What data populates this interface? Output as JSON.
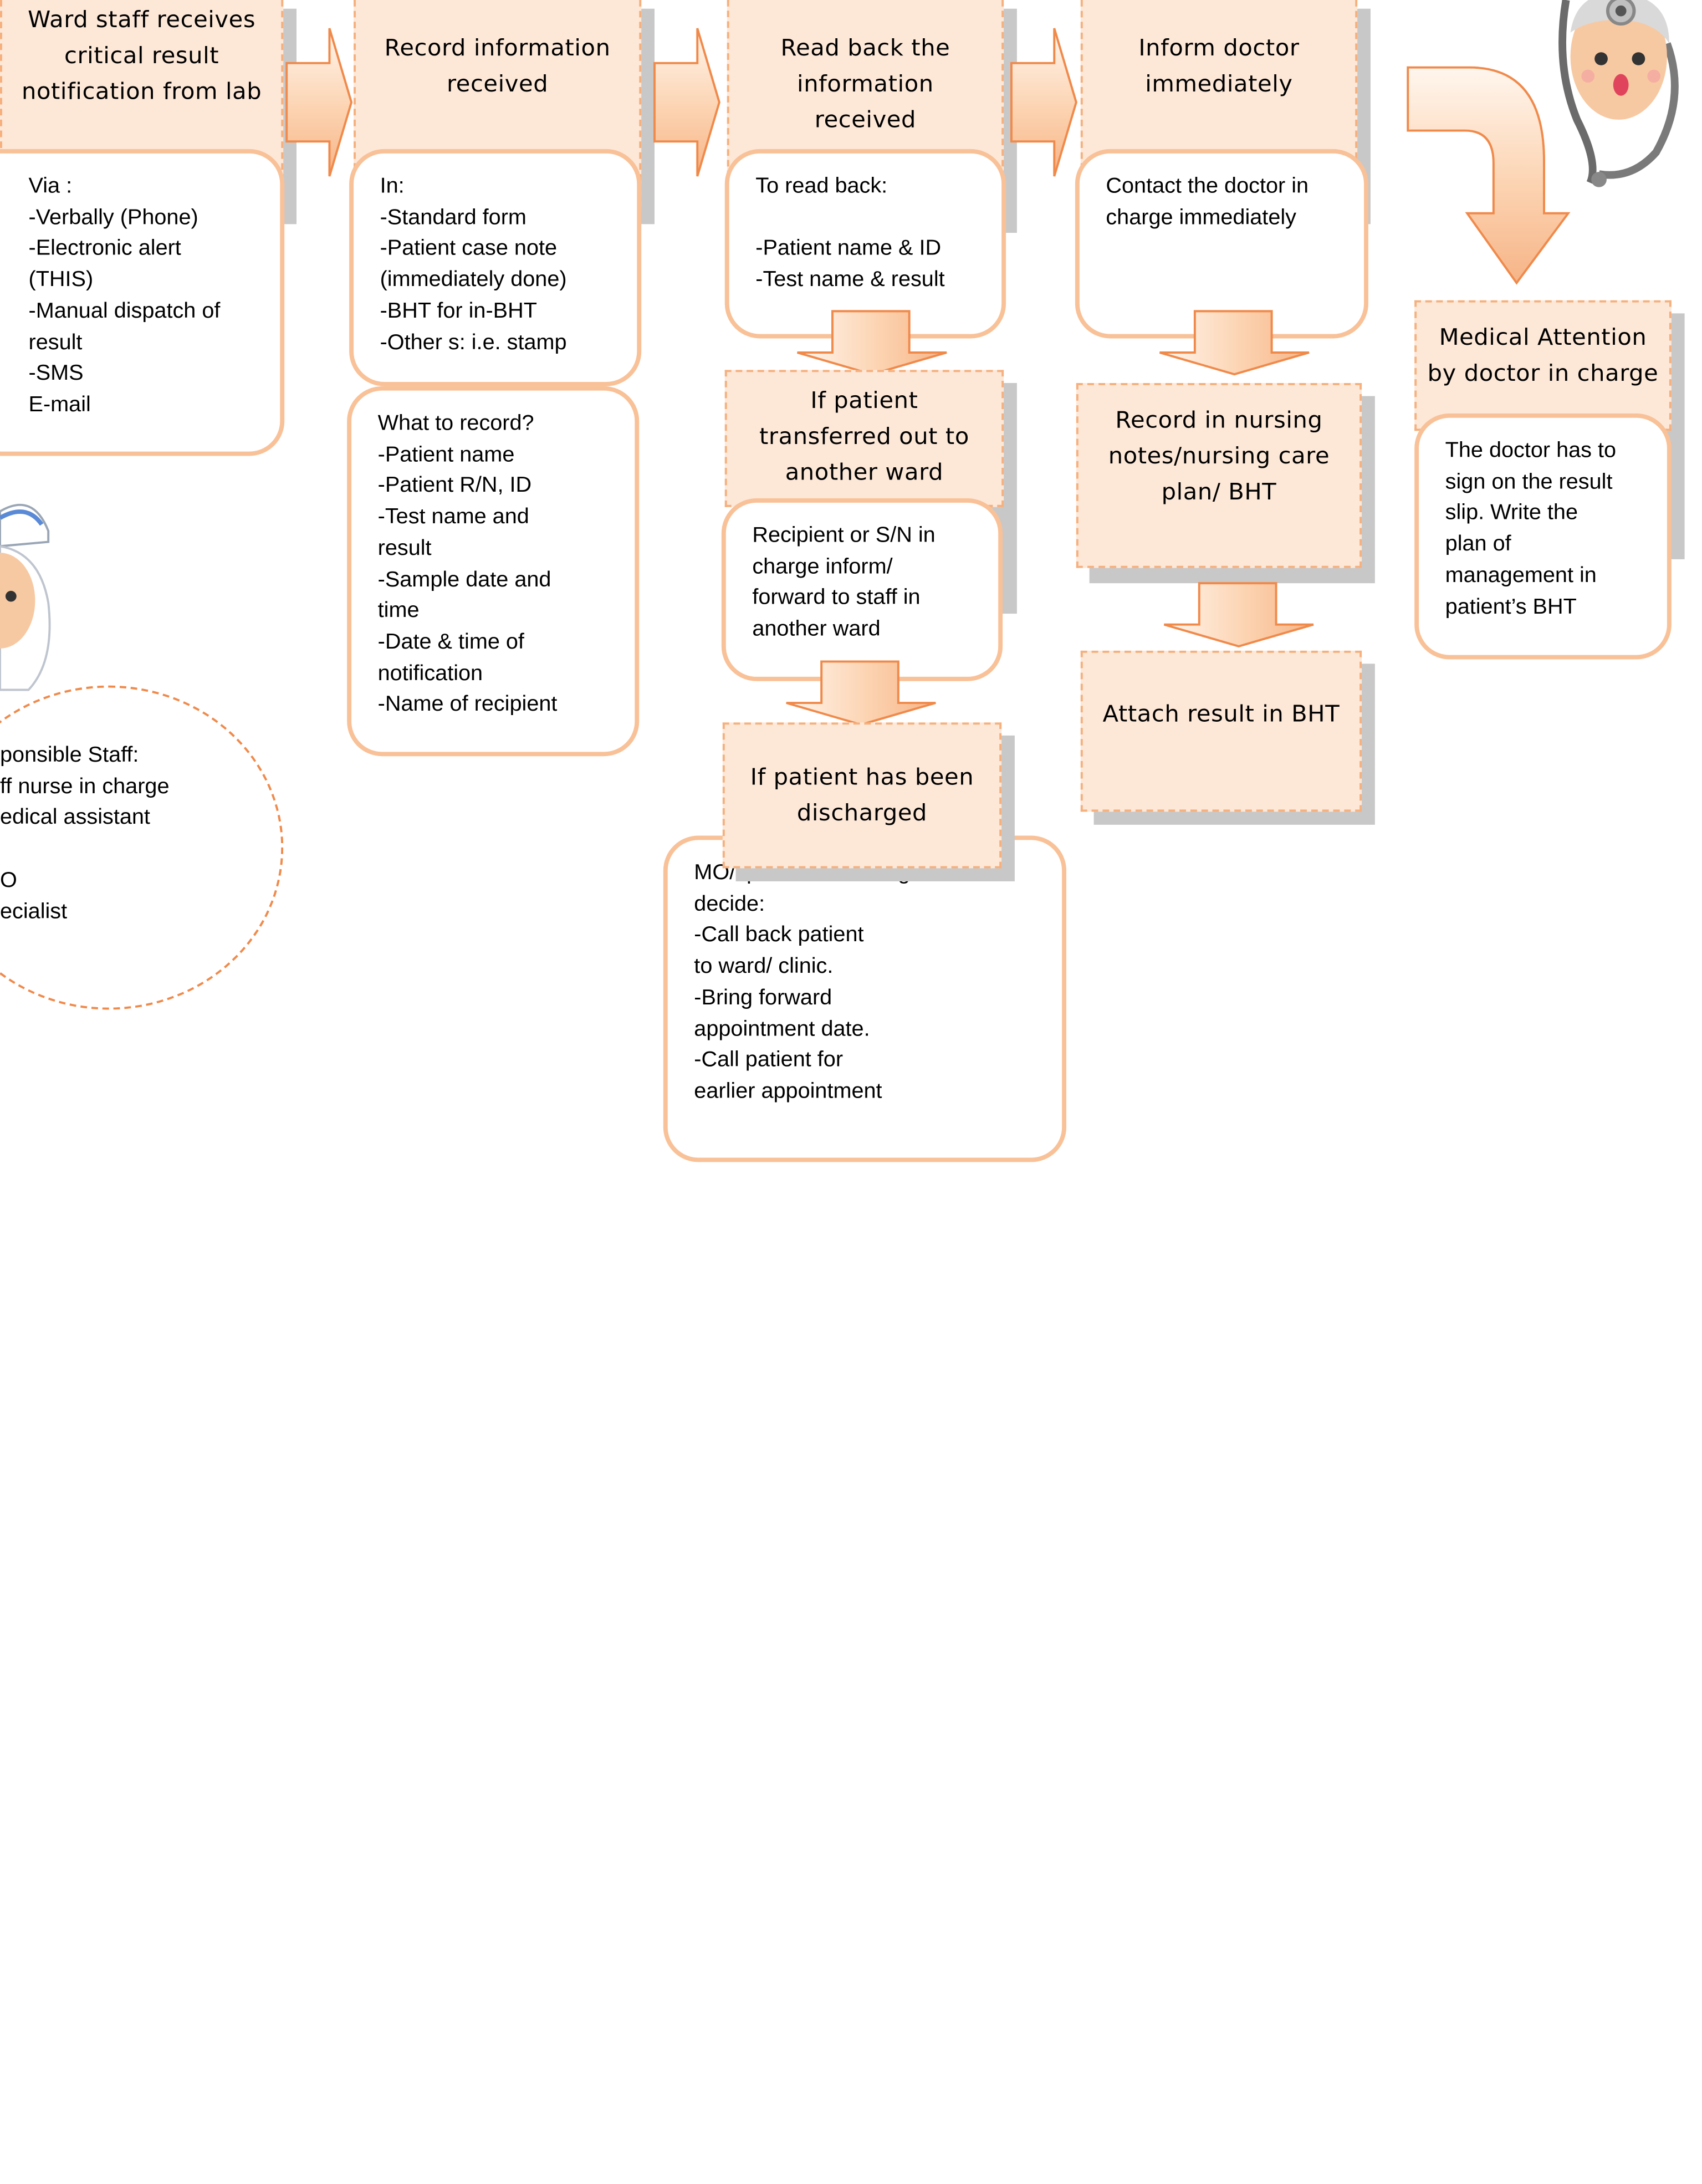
{
  "diagram": {
    "steps": [
      {
        "title": "Ward staff receives\ncritical result\nnotification from lab",
        "detail": "Via :\n-Verbally (Phone)\n-Electronic alert\n(THIS)\n-Manual dispatch  of\nresult\n-SMS\nE-mail"
      },
      {
        "title": "Record information\nreceived",
        "detail": "In:\n-Standard form\n-Patient case note\n(immediately done)\n-BHT for in-BHT\n-Other s: i.e. stamp",
        "detail2": "What to record?\n-Patient name\n-Patient R/N, ID\n-Test name and\nresult\n-Sample date and\ntime\n-Date & time of\nnotification\n-Name of recipient"
      },
      {
        "title": "Read back the\ninformation\nreceived",
        "detail": "To read back:\n\n-Patient name & ID\n-Test name & result"
      },
      {
        "title": "Inform doctor\nimmediately",
        "detail": "Contact the doctor  in\ncharge immediately"
      },
      {
        "title": "Medical Attention\nby doctor in charge",
        "detail": "The doctor has to\nsign on the result\nslip. Write the\nplan of\nmanagement in\npatient’s BHT"
      }
    ],
    "branch_transfer": {
      "title": "If patient\ntransferred out to\nanother ward",
      "detail": "Recipient or S/N in\ncharge inform/\nforward to staff in\nanother ward"
    },
    "branch_discharge": {
      "title": "If patient has been\ndischarged",
      "detail": "MO/specialist in charge will\ndecide:\n-Call back patient\nto ward/ clinic.\n-Bring forward\nappointment date.\n-Call patient for\nearlier appointment"
    },
    "record_nursing": {
      "title": "Record in nursing\nnotes/nursing care\nplan/ BHT"
    },
    "attach_result": {
      "title": "Attach result in BHT"
    },
    "responsible_staff": "ponsible Staff:\nff nurse in charge\nedical assistant\n\nO\necialist"
  },
  "colors": {
    "box_fill": "#fde8d8",
    "box_border": "#f5b07e",
    "card_border": "#f9c197",
    "arrow_fill": "#fbd6b8",
    "shadow": "#c8c8c8"
  }
}
